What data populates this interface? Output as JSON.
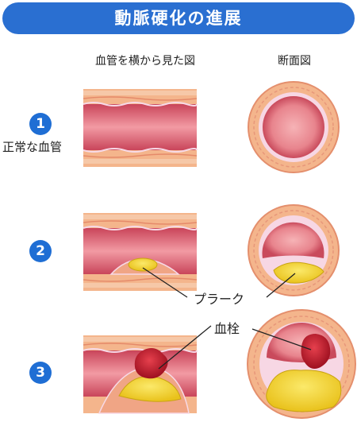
{
  "title": "動脈硬化の進展",
  "columns": {
    "side_view": "血管を横から見た図",
    "cross_section": "断面図"
  },
  "stages": [
    {
      "number": "1",
      "label": "正常な血管"
    },
    {
      "number": "2",
      "label": ""
    },
    {
      "number": "3",
      "label": ""
    }
  ],
  "callouts": {
    "plaque": "プラーク",
    "thrombus": "血栓"
  },
  "colors": {
    "banner": "#2a6fd1",
    "stage_badge": "#1f6ed4",
    "vessel_outer": "#f2b48a",
    "vessel_lumen": "#e07a86",
    "plaque": "#f3d63a",
    "thrombus": "#c81d2c"
  }
}
